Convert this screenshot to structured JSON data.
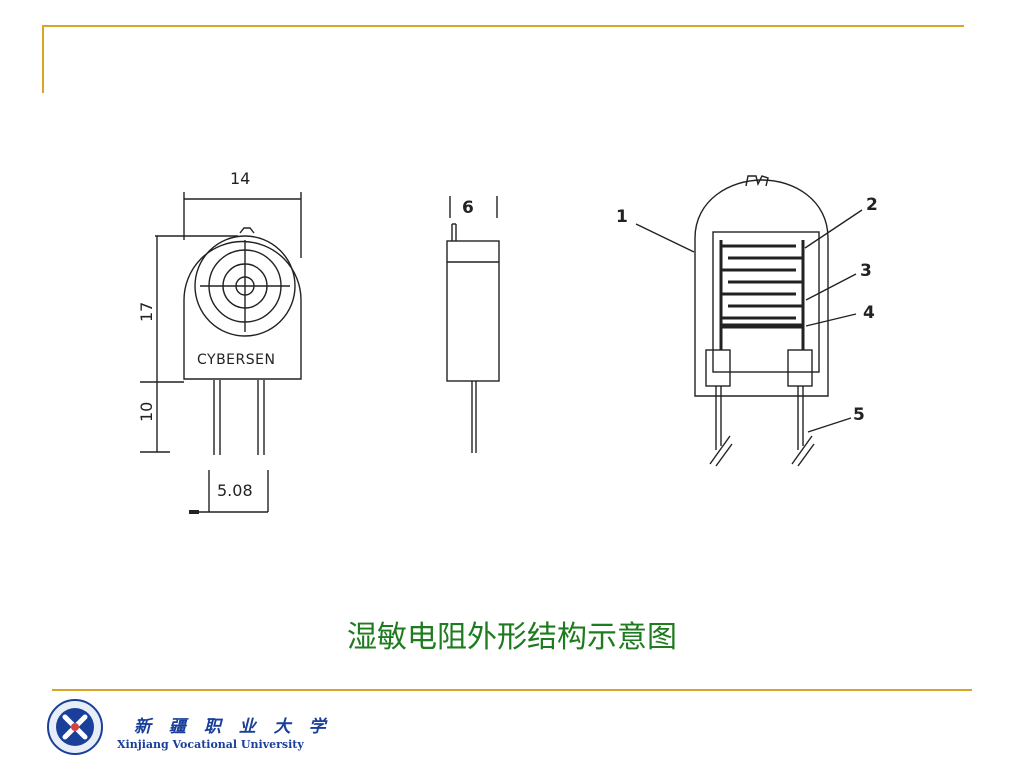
{
  "diagram": {
    "front_view": {
      "width_dim": "14",
      "body_height_dim": "17",
      "lead_length_dim": "10",
      "lead_pitch_dim": "5.08",
      "brand": "CYBERSEN"
    },
    "side_view": {
      "thickness_dim": "6"
    },
    "structure_view": {
      "callouts": [
        "1",
        "2",
        "3",
        "4",
        "5"
      ]
    },
    "caption": "湿敏电阻外形结构示意图"
  },
  "footer": {
    "university_cn": "新 疆 职 业 大 学",
    "university_en": "Xinjiang Vocational University"
  },
  "colors": {
    "frame": "#d9a528",
    "caption": "#1e7b1e",
    "logo": "#1a3f9a"
  }
}
